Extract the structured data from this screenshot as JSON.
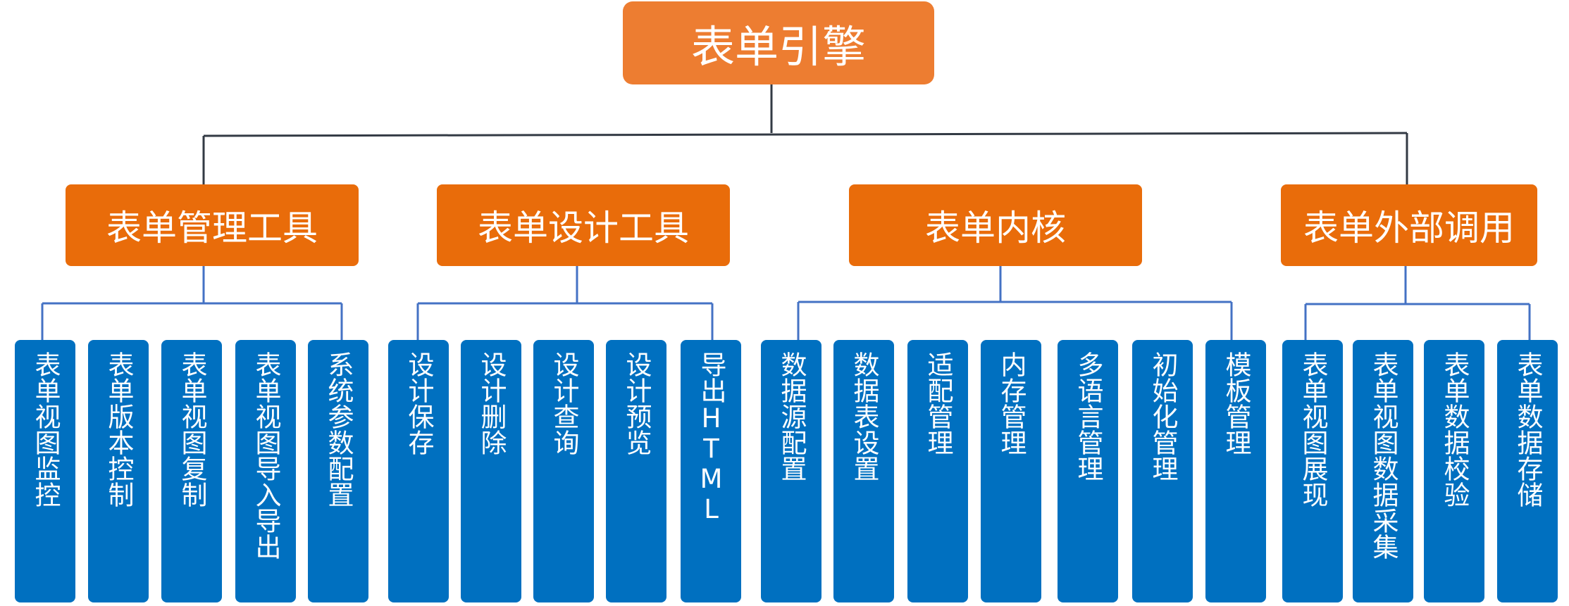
{
  "root": {
    "label": "表单引擎"
  },
  "categories": [
    {
      "label": "表单管理工具",
      "items": [
        "表单视图监控",
        "表单版本控制",
        "表单视图复制",
        "表单视图导入导出",
        "系统参数配置"
      ]
    },
    {
      "label": "表单设计工具",
      "items": [
        "设计保存",
        "设计删除",
        "设计查询",
        "设计预览",
        "导出HTML"
      ]
    },
    {
      "label": "表单内核",
      "items": [
        "数据源配置",
        "数据表设置",
        "适配管理",
        "内存管理",
        "多语言管理",
        "初始化管理",
        "模板管理"
      ]
    },
    {
      "label": "表单外部调用",
      "items": [
        "表单视图展现",
        "表单视图数据采集",
        "表单数据校验",
        "表单数据存储"
      ]
    }
  ],
  "colors": {
    "root": "#ed7d31",
    "category": "#e96c0a",
    "leaf": "#0070c0",
    "connector": "#4472c4",
    "root_connector": "#333a44",
    "text": "#ffffff"
  }
}
